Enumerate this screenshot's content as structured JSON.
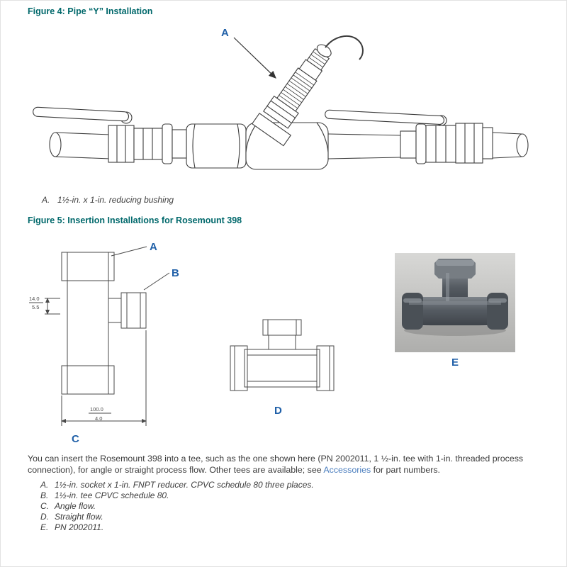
{
  "colors": {
    "heading_teal": "#00686B",
    "label_blue": "#2060A8",
    "link_blue": "#4A7DBE",
    "drawing_stroke": "#3C3C3C",
    "photo_background": "#C2C2C0",
    "fitting_gray": "#565C63"
  },
  "figure4": {
    "title": "Figure 4: Pipe “Y” Installation",
    "callout_a": "A",
    "caption": {
      "letter": "A.",
      "text": "1½-in. x 1-in. reducing bushing"
    }
  },
  "figure5": {
    "title": "Figure 5: Insertion Installations for Rosemount 398",
    "drawing_c": {
      "label_a": "A",
      "label_b": "B",
      "label_c": "C",
      "dim_vertical_top": "14.0",
      "dim_vertical_bottom": "5.5",
      "dim_horizontal_top": "100.0",
      "dim_horizontal_bottom": "4.0"
    },
    "drawing_d": {
      "label_d": "D"
    },
    "photo_e": {
      "label_e": "E"
    }
  },
  "body": {
    "para_part1": "You can insert the Rosemount 398 into a tee, such as the one shown here (PN 2002011, 1 ½-in. tee with 1-in. threaded process connection), for angle or straight process flow. Other tees are available; see ",
    "link": "Accessories",
    "para_part2": " for part numbers."
  },
  "list": [
    {
      "letter": "A.",
      "text": "1½-in. socket x 1-in. FNPT reducer. CPVC schedule 80 three places."
    },
    {
      "letter": "B.",
      "text": "1½-in. tee CPVC schedule 80."
    },
    {
      "letter": "C.",
      "text": "Angle flow."
    },
    {
      "letter": "D.",
      "text": "Straight flow."
    },
    {
      "letter": "E.",
      "text": "PN 2002011."
    }
  ]
}
